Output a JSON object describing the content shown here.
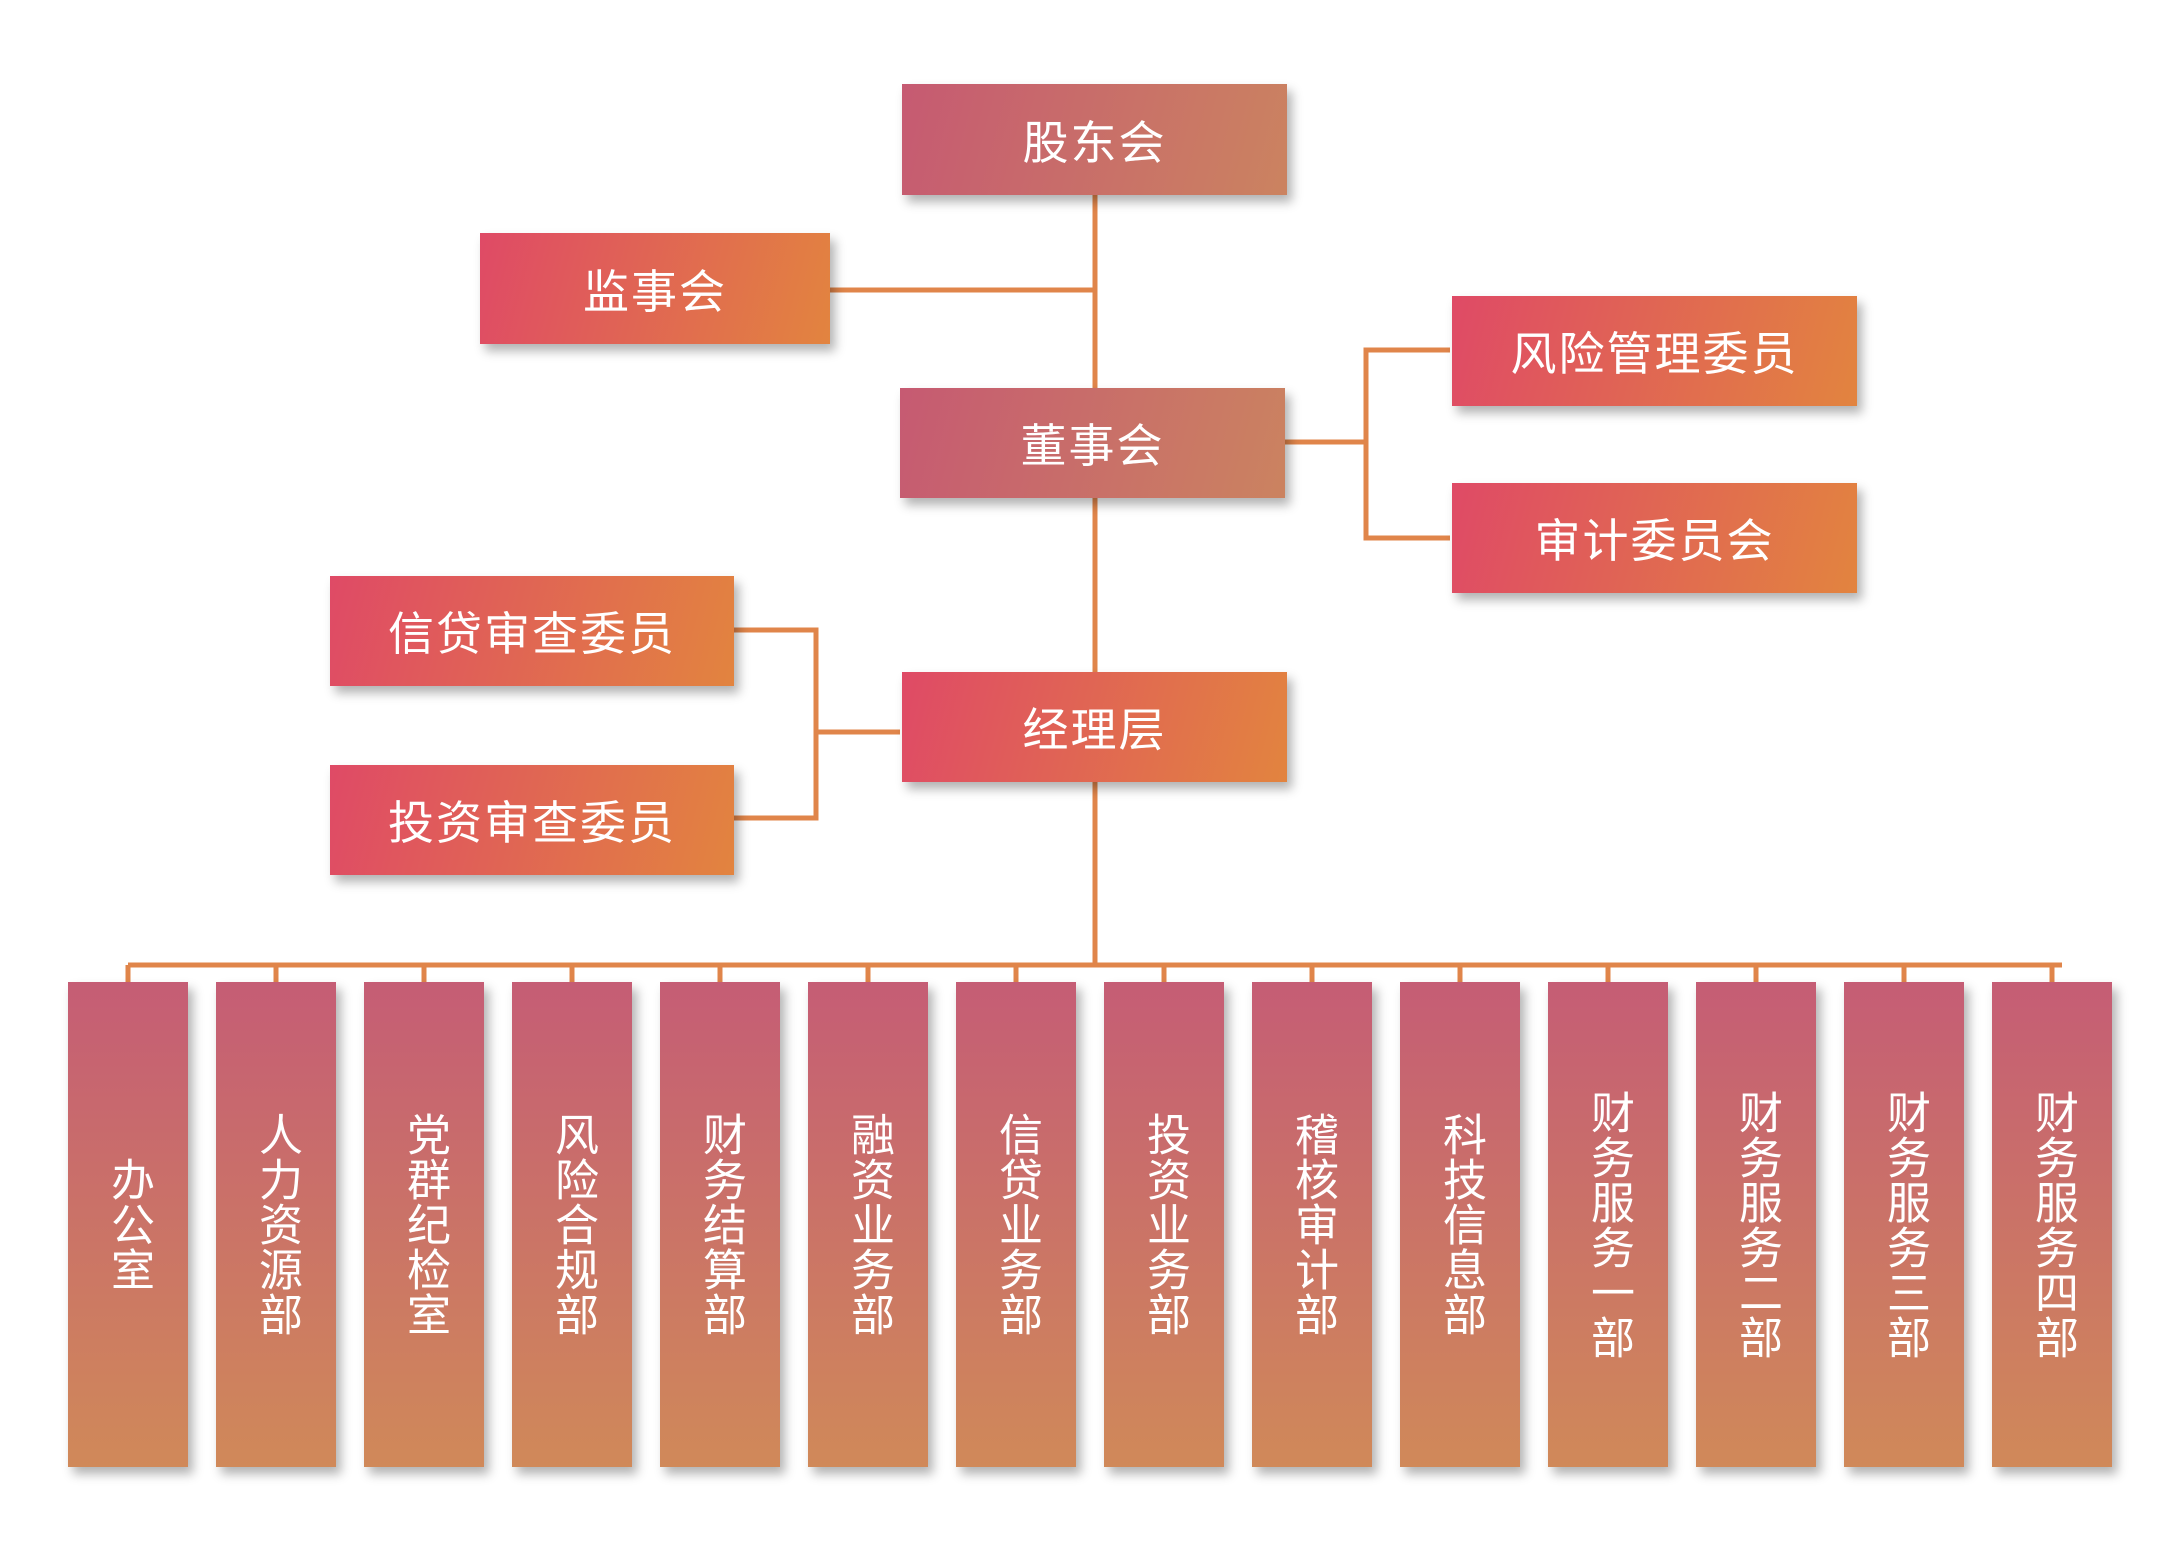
{
  "colors": {
    "connector": "#e0854a",
    "gradient_a": [
      "#c65a72",
      "#cb8360"
    ],
    "gradient_b": [
      "#df4a66",
      "#e2843f"
    ],
    "department_gradient": [
      "#c55d75",
      "#d08959"
    ],
    "text": "#ffffff"
  },
  "nodes": {
    "shareholders": "股东会",
    "supervisory_board": "监事会",
    "board": "董事会",
    "risk_committee": "风险管理委员",
    "audit_committee": "审计委员会",
    "management": "经理层",
    "credit_committee": "信贷审查委员",
    "investment_committee": "投资审查委员"
  },
  "departments": [
    "办公室",
    "人力资源部",
    "党群纪检室",
    "风险合规部",
    "财务结算部",
    "融资业务部",
    "信贷业务部",
    "投资业务部",
    "稽核审计部",
    "科技信息部",
    "财务服务一部",
    "财务服务二部",
    "财务服务三部",
    "财务服务四部"
  ]
}
